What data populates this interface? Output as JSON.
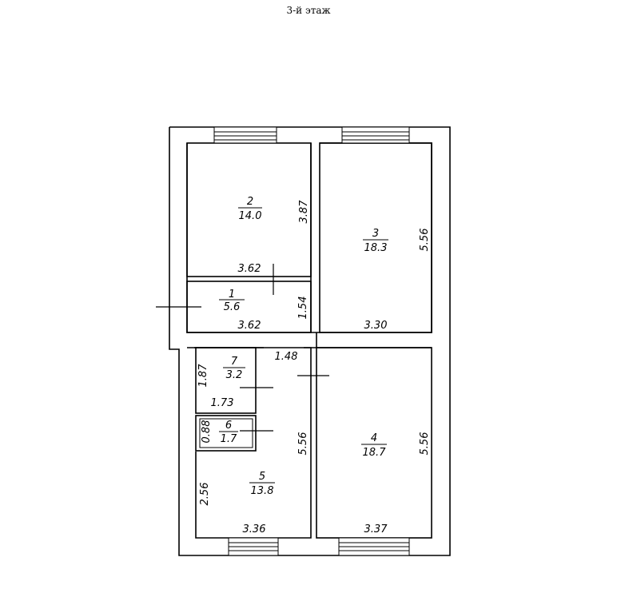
{
  "title": "3-й этаж",
  "rooms": [
    {
      "number": "1",
      "area": "5.6",
      "dims": [
        "1.54",
        "3.62",
        "3.62"
      ]
    },
    {
      "number": "2",
      "area": "14.0",
      "dims": [
        "3.87",
        "3.62"
      ]
    },
    {
      "number": "3",
      "area": "18.3",
      "dims": [
        "5.56",
        "3.30"
      ]
    },
    {
      "number": "4",
      "area": "18.7",
      "dims": [
        "5.56",
        "3.37"
      ]
    },
    {
      "number": "5",
      "area": "13.8",
      "dims": [
        "5.56",
        "2.56",
        "3.36"
      ]
    },
    {
      "number": "6",
      "area": "1.7",
      "dims": [
        "0.88"
      ]
    },
    {
      "number": "7",
      "area": "3.2",
      "dims": [
        "1.87",
        "1.73"
      ]
    }
  ],
  "corridor_width": "1.48"
}
